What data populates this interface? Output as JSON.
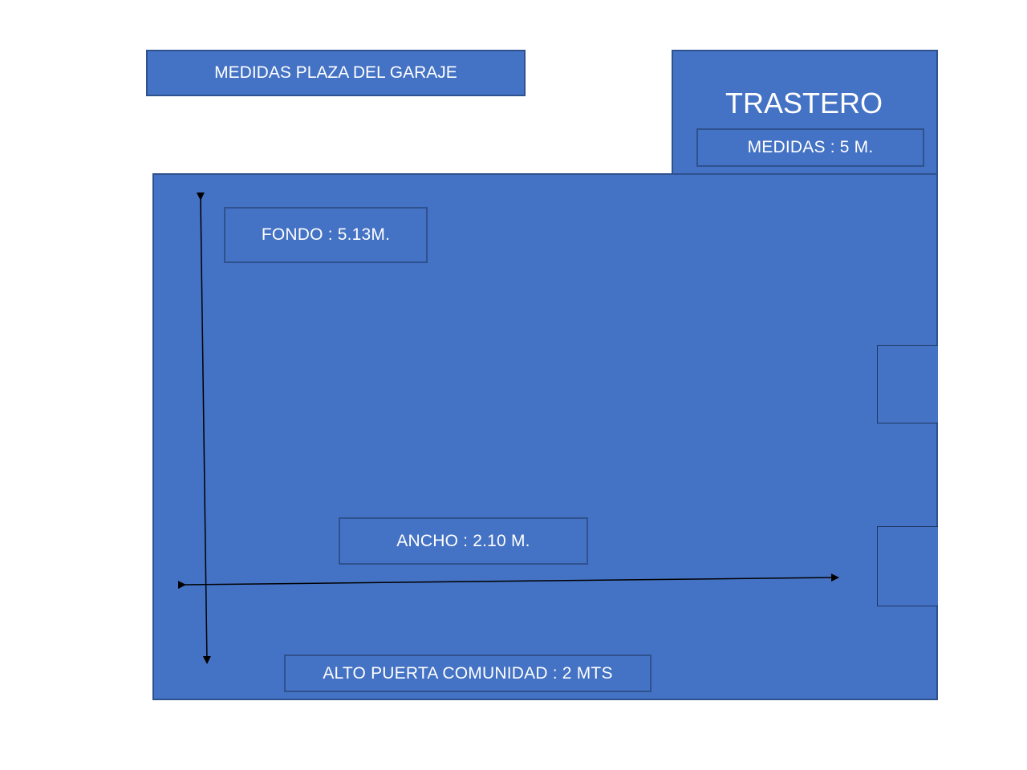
{
  "diagram": {
    "title": "MEDIDAS PLAZA DEL GARAJE",
    "storage": {
      "title": "TRASTERO",
      "measure": "MEDIDAS : 5 M."
    },
    "parking": {
      "depth_label": "FONDO : 5.13M.",
      "width_label": "ANCHO : 2.10 M.",
      "door_height_label": "ALTO PUERTA COMUNIDAD : 2 MTS"
    },
    "colors": {
      "fill": "#4472c4",
      "border": "#2f528f",
      "text": "#ffffff",
      "arrow": "#000000"
    }
  }
}
